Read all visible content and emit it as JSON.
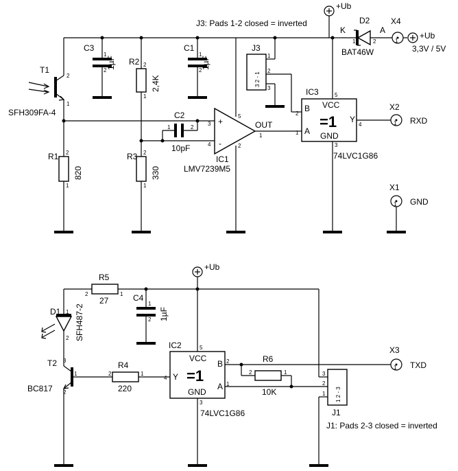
{
  "notes": {
    "j3": "J3: Pads 1-2 closed = inverted",
    "j1": "J1: Pads 2-3 closed = inverted"
  },
  "supply": {
    "ub_top": "+Ub",
    "ub_bottom": "+Ub"
  },
  "parts": {
    "t1": {
      "ref": "T1",
      "type": "SFH309FA-4"
    },
    "t2": {
      "ref": "T2",
      "type": "BC817"
    },
    "d1": {
      "ref": "D1",
      "type": "SFH487-2"
    },
    "d2": {
      "ref": "D2",
      "type": "BAT46W",
      "k": "K",
      "a": "A"
    },
    "c1": {
      "ref": "C1",
      "value": "1µF"
    },
    "c2": {
      "ref": "C2",
      "value": "10pF"
    },
    "c3": {
      "ref": "C3",
      "value": "1µF"
    },
    "c4": {
      "ref": "C4",
      "value": "1µF"
    },
    "r1": {
      "ref": "R1",
      "value": "820"
    },
    "r2": {
      "ref": "R2",
      "value": "2,4K"
    },
    "r3": {
      "ref": "R3",
      "value": "330"
    },
    "r4": {
      "ref": "R4",
      "value": "220"
    },
    "r5": {
      "ref": "R5",
      "value": "27"
    },
    "r6": {
      "ref": "R6",
      "value": "10K"
    },
    "j3": {
      "ref": "J3",
      "pins": "3 2 - 1"
    },
    "j1": {
      "ref": "J1",
      "pins": "1 2 - 3"
    },
    "ic1": {
      "ref": "IC1",
      "type": "LMV7239M5",
      "plus": "+",
      "minus": "-",
      "out": "OUT"
    },
    "ic2": {
      "ref": "IC2",
      "type": "74LVC1G86",
      "vcc": "VCC",
      "gnd": "GND",
      "func": "=1",
      "a": "A",
      "b": "B",
      "y": "Y"
    },
    "ic3": {
      "ref": "IC3",
      "type": "74LVC1G86",
      "vcc": "VCC",
      "gnd": "GND",
      "func": "=1",
      "a": "A",
      "b": "B",
      "y": "Y"
    }
  },
  "connectors": {
    "x1": {
      "ref": "X1",
      "signal": "GND"
    },
    "x2": {
      "ref": "X2",
      "signal": "RXD"
    },
    "x3": {
      "ref": "X3",
      "signal": "TXD"
    },
    "x4": {
      "ref": "X4",
      "signal": "+Ub",
      "voltage": "3,3V / 5V"
    }
  },
  "pins": {
    "p1": "1",
    "p2": "2",
    "p3": "3",
    "p4": "4",
    "p5": "5"
  }
}
